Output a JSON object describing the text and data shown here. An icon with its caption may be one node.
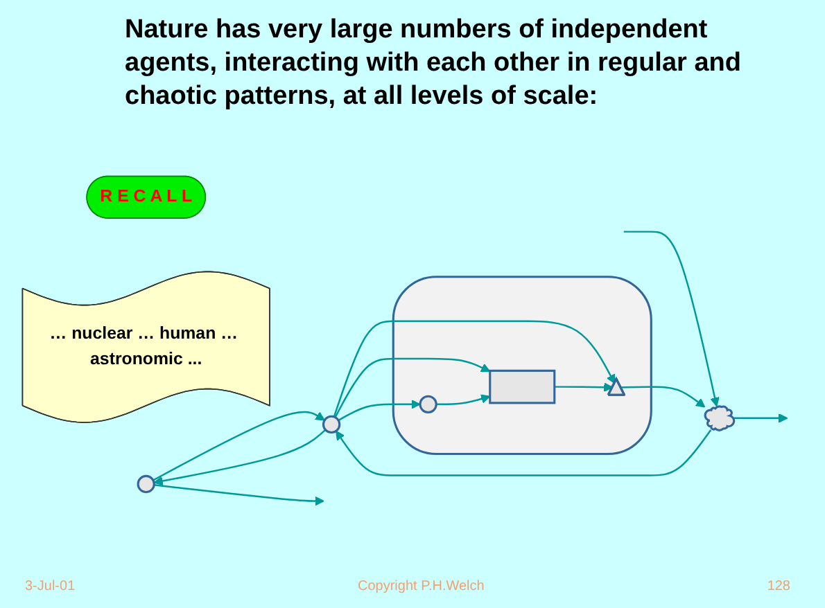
{
  "diagram": {
    "title": "Nature has very large numbers of independent agents, interacting with each other in regular and chaotic patterns, at all levels of scale:",
    "nodes": [
      {
        "text": [
          "R E C A L L"
        ]
      },
      {
        "text": [
          "… nuclear … human … astronomic ..."
        ]
      },
      {
        "text": [],
        "shape": "circle"
      },
      {
        "text": [],
        "shape": "circle"
      },
      {
        "text": [],
        "shape": "cloud"
      },
      {
        "text": [],
        "shape": "cloud"
      },
      {
        "text": [],
        "shape": "circle",
        "in": 5
      },
      {
        "text": [],
        "shape": "box",
        "in": 5
      },
      {
        "text": [],
        "shape": "heart",
        "in": 5
      }
    ],
    "edges": [
      {
        "from": 2,
        "to": null,
        "arrow": "to"
      },
      {
        "from": 2,
        "to": 3,
        "arrow": "to"
      },
      {
        "from": 3,
        "to": 2,
        "arrow": "to"
      },
      {
        "from": null,
        "to": 4,
        "arrow": "to"
      },
      {
        "from": 4,
        "to": 3,
        "arrow": "to"
      },
      {
        "from": 3,
        "to": 6,
        "arrow": "to"
      },
      {
        "from": 3,
        "to": 7,
        "arrow": "to"
      },
      {
        "from": 3,
        "to": 8,
        "arrow": "to"
      },
      {
        "from": 6,
        "to": 7,
        "arrow": "to"
      },
      {
        "from": 7,
        "to": 8,
        "arrow": "to"
      },
      {
        "from": 8,
        "to": 4,
        "arrow": "to"
      },
      {
        "from": 4,
        "to": null,
        "arrow": "to"
      }
    ],
    "labels": [
      "3-Jul-01",
      "Copyright P.H.Welch",
      "128"
    ]
  }
}
